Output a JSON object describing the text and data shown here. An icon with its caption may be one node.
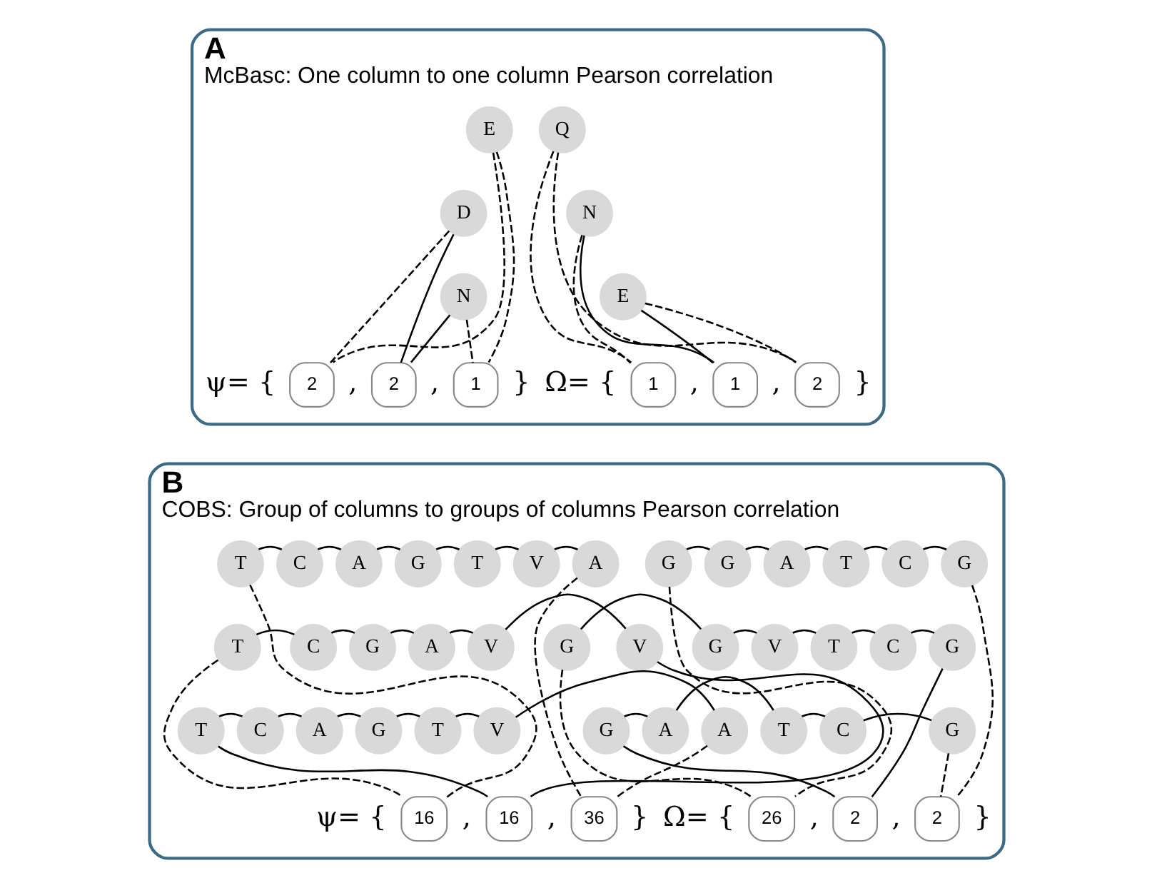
{
  "diagram": {
    "nodes": [
      {
        "text": [
          "A",
          "McBasc: One column to one column Pearson correlation"
        ]
      },
      {
        "text": [
          "E"
        ],
        "in": 0
      },
      {
        "text": [
          "D"
        ],
        "in": 0
      },
      {
        "text": [
          "N"
        ],
        "in": 0
      },
      {
        "text": [
          "2"
        ],
        "in": 0
      },
      {
        "text": [
          "2"
        ],
        "in": 0
      },
      {
        "text": [
          "1"
        ],
        "in": 0
      },
      {
        "text": [
          "Q"
        ],
        "in": 0
      },
      {
        "text": [
          "N"
        ],
        "in": 0
      },
      {
        "text": [
          "E"
        ],
        "in": 0
      },
      {
        "text": [
          "1"
        ],
        "in": 0
      },
      {
        "text": [
          "1"
        ],
        "in": 0
      },
      {
        "text": [
          "2"
        ],
        "in": 0
      },
      {
        "text": [
          "B",
          "COBS: Group of columns to groups of columns Pearson correlation"
        ]
      },
      {
        "text": [
          "T"
        ],
        "in": 13
      },
      {
        "text": [
          "C"
        ],
        "in": 13
      },
      {
        "text": [
          "A"
        ],
        "in": 13
      },
      {
        "text": [
          "G"
        ],
        "in": 13
      },
      {
        "text": [
          "T"
        ],
        "in": 13
      },
      {
        "text": [
          "V"
        ],
        "in": 13
      },
      {
        "text": [
          "A"
        ],
        "in": 13
      },
      {
        "text": [
          "T"
        ],
        "in": 13
      },
      {
        "text": [
          "C"
        ],
        "in": 13
      },
      {
        "text": [
          "G"
        ],
        "in": 13
      },
      {
        "text": [
          "A"
        ],
        "in": 13
      },
      {
        "text": [
          "V"
        ],
        "in": 13
      },
      {
        "text": [
          "V"
        ],
        "in": 13
      },
      {
        "text": [
          "T"
        ],
        "in": 13
      },
      {
        "text": [
          "C"
        ],
        "in": 13
      },
      {
        "text": [
          "A"
        ],
        "in": 13
      },
      {
        "text": [
          "G"
        ],
        "in": 13
      },
      {
        "text": [
          "T"
        ],
        "in": 13
      },
      {
        "text": [
          "V"
        ],
        "in": 13
      },
      {
        "text": [
          "A"
        ],
        "in": 13
      },
      {
        "text": [
          "16"
        ],
        "in": 13
      },
      {
        "text": [
          "16"
        ],
        "in": 13
      },
      {
        "text": [
          "36"
        ],
        "in": 13
      },
      {
        "text": [
          "G"
        ],
        "in": 13
      },
      {
        "text": [
          "G"
        ],
        "in": 13
      },
      {
        "text": [
          "A"
        ],
        "in": 13
      },
      {
        "text": [
          "T"
        ],
        "in": 13
      },
      {
        "text": [
          "C"
        ],
        "in": 13
      },
      {
        "text": [
          "G"
        ],
        "in": 13
      },
      {
        "text": [
          "G"
        ],
        "in": 13
      },
      {
        "text": [
          "G"
        ],
        "in": 13
      },
      {
        "text": [
          "V"
        ],
        "in": 13
      },
      {
        "text": [
          "T"
        ],
        "in": 13
      },
      {
        "text": [
          "C"
        ],
        "in": 13
      },
      {
        "text": [
          "G"
        ],
        "in": 13
      },
      {
        "text": [
          "G"
        ],
        "in": 13
      },
      {
        "text": [
          "A"
        ],
        "in": 13
      },
      {
        "text": [
          "T"
        ],
        "in": 13
      },
      {
        "text": [
          "C"
        ],
        "in": 13
      },
      {
        "text": [
          "G"
        ],
        "in": 13
      },
      {
        "text": [
          "26"
        ],
        "in": 13
      },
      {
        "text": [
          "2"
        ],
        "in": 13
      },
      {
        "text": [
          "2"
        ],
        "in": 13
      }
    ],
    "edges": [
      {
        "from": 1,
        "to": 4,
        "arrow": "none",
        "style": "dashed"
      },
      {
        "from": 2,
        "to": 4,
        "arrow": "none",
        "style": "dashed"
      },
      {
        "from": 2,
        "to": 5,
        "arrow": "none"
      },
      {
        "from": 3,
        "to": 5,
        "arrow": "none"
      },
      {
        "from": 1,
        "to": 6,
        "arrow": "none",
        "style": "dashed"
      },
      {
        "from": 3,
        "to": 6,
        "arrow": "none",
        "style": "dashed"
      },
      {
        "from": 7,
        "to": 10,
        "arrow": "none",
        "style": "dashed"
      },
      {
        "from": 8,
        "to": 10,
        "arrow": "none",
        "style": "dashed"
      },
      {
        "from": 8,
        "to": 11,
        "arrow": "none"
      },
      {
        "from": 9,
        "to": 11,
        "arrow": "none"
      },
      {
        "from": 7,
        "to": 12,
        "arrow": "none",
        "style": "dashed"
      },
      {
        "from": 9,
        "to": 12,
        "arrow": "none",
        "style": "dashed"
      },
      {
        "from": 14,
        "to": 15,
        "arrow": "none"
      },
      {
        "from": 15,
        "to": 16,
        "arrow": "none"
      },
      {
        "from": 16,
        "to": 17,
        "arrow": "none"
      },
      {
        "from": 17,
        "to": 18,
        "arrow": "none"
      },
      {
        "from": 18,
        "to": 19,
        "arrow": "none"
      },
      {
        "from": 19,
        "to": 20,
        "arrow": "none"
      },
      {
        "from": 21,
        "to": 22,
        "arrow": "none"
      },
      {
        "from": 22,
        "to": 23,
        "arrow": "none"
      },
      {
        "from": 23,
        "to": 24,
        "arrow": "none"
      },
      {
        "from": 24,
        "to": 25,
        "arrow": "none"
      },
      {
        "from": 25,
        "to": 26,
        "arrow": "none"
      },
      {
        "from": 27,
        "to": 28,
        "arrow": "none"
      },
      {
        "from": 28,
        "to": 29,
        "arrow": "none"
      },
      {
        "from": 29,
        "to": 30,
        "arrow": "none"
      },
      {
        "from": 30,
        "to": 31,
        "arrow": "none"
      },
      {
        "from": 31,
        "to": 32,
        "arrow": "none"
      },
      {
        "from": 32,
        "to": 33,
        "arrow": "none"
      },
      {
        "from": 14,
        "to": 34,
        "arrow": "none",
        "style": "dashed"
      },
      {
        "from": 21,
        "to": 34,
        "arrow": "none",
        "style": "dashed"
      },
      {
        "from": 26,
        "to": 35,
        "arrow": "none"
      },
      {
        "from": 27,
        "to": 35,
        "arrow": "none"
      },
      {
        "from": 20,
        "to": 36,
        "arrow": "none",
        "style": "dashed"
      },
      {
        "from": 33,
        "to": 36,
        "arrow": "none",
        "style": "dashed"
      },
      {
        "from": 37,
        "to": 38,
        "arrow": "none"
      },
      {
        "from": 38,
        "to": 39,
        "arrow": "none"
      },
      {
        "from": 39,
        "to": 40,
        "arrow": "none"
      },
      {
        "from": 40,
        "to": 41,
        "arrow": "none"
      },
      {
        "from": 41,
        "to": 42,
        "arrow": "none"
      },
      {
        "from": 43,
        "to": 44,
        "arrow": "none"
      },
      {
        "from": 44,
        "to": 45,
        "arrow": "none"
      },
      {
        "from": 45,
        "to": 46,
        "arrow": "none"
      },
      {
        "from": 46,
        "to": 47,
        "arrow": "none"
      },
      {
        "from": 47,
        "to": 48,
        "arrow": "none"
      },
      {
        "from": 49,
        "to": 50,
        "arrow": "none"
      },
      {
        "from": 50,
        "to": 51,
        "arrow": "none"
      },
      {
        "from": 51,
        "to": 52,
        "arrow": "none"
      },
      {
        "from": 52,
        "to": 53,
        "arrow": "none"
      },
      {
        "from": 37,
        "to": 54,
        "arrow": "none",
        "style": "dashed"
      },
      {
        "from": 43,
        "to": 54,
        "arrow": "none",
        "style": "dashed"
      },
      {
        "from": 48,
        "to": 55,
        "arrow": "none"
      },
      {
        "from": 49,
        "to": 55,
        "arrow": "none"
      },
      {
        "from": 42,
        "to": 56,
        "arrow": "none",
        "style": "dashed"
      },
      {
        "from": 53,
        "to": 56,
        "arrow": "none",
        "style": "dashed"
      }
    ],
    "labels": [
      "ψ= {",
      ",",
      ",",
      "}",
      "Ω= {",
      ",",
      ",",
      "}",
      "ψ= {",
      ",",
      ",",
      "}",
      "Ω= {",
      ",",
      ",",
      "}"
    ]
  }
}
